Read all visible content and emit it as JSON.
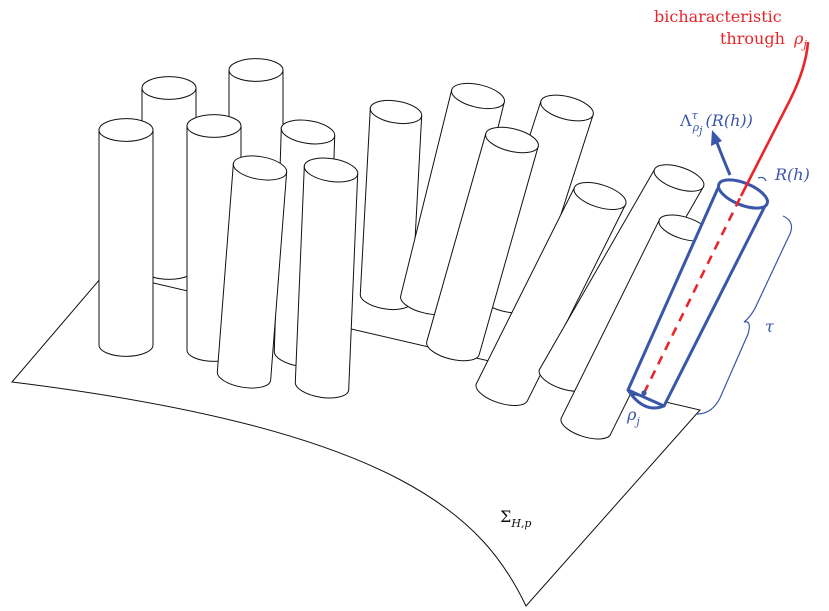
{
  "labels": {
    "bichar_line1": "bicharacteristic",
    "bichar_line2": "through",
    "bichar_symbol": "ρ",
    "bichar_sub": "j",
    "lambda_symbol": "Λ",
    "lambda_sup": "τ",
    "lambda_sub_base": "ρ",
    "lambda_sub_index": "j",
    "lambda_arg": "(R(h))",
    "radius": "R(h)",
    "tau": "τ",
    "rho_symbol": "ρ",
    "rho_sub": "j",
    "sigma_symbol": "Σ",
    "sigma_sub": "H,p"
  },
  "colors": {
    "red": "#e8262a",
    "blue": "#3a56a8",
    "black": "#111111"
  }
}
